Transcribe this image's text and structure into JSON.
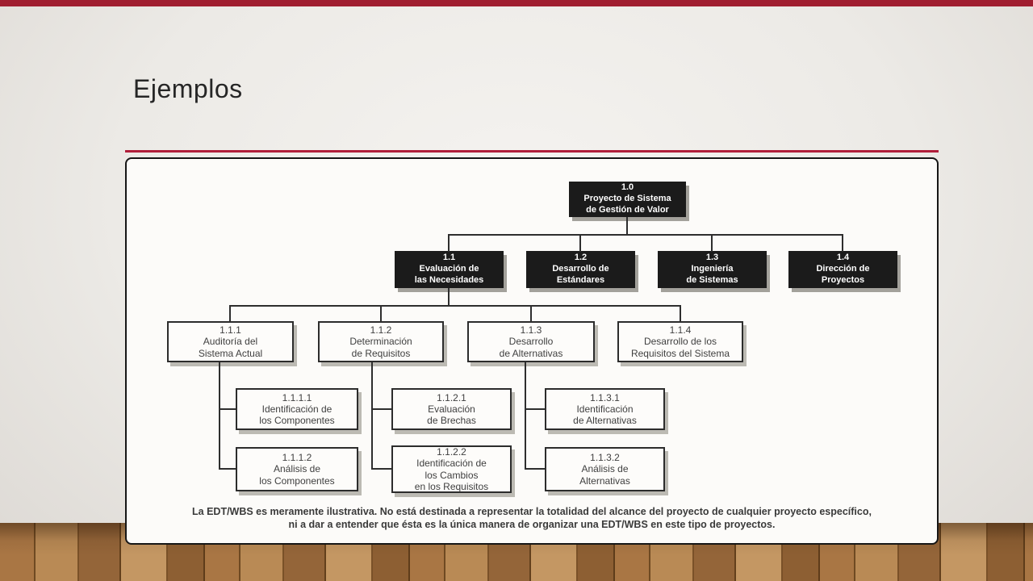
{
  "slide": {
    "title": "Ejemplos",
    "accent_color": "#a01e30"
  },
  "wbs": {
    "root": {
      "id": "1.0",
      "name": "Proyecto de Sistema\nde Gestión de Valor"
    },
    "level1": [
      {
        "id": "1.1",
        "name": "Evaluación de\nlas Necesidades"
      },
      {
        "id": "1.2",
        "name": "Desarrollo de\nEstándares"
      },
      {
        "id": "1.3",
        "name": "Ingeniería\nde Sistemas"
      },
      {
        "id": "1.4",
        "name": "Dirección de\nProyectos"
      }
    ],
    "level2": [
      {
        "id": "1.1.1",
        "name": "Auditoría del\nSistema Actual"
      },
      {
        "id": "1.1.2",
        "name": "Determinación\nde Requisitos"
      },
      {
        "id": "1.1.3",
        "name": "Desarrollo\nde Alternativas"
      },
      {
        "id": "1.1.4",
        "name": "Desarrollo de los\nRequisitos del Sistema"
      }
    ],
    "level3": [
      {
        "id": "1.1.1.1",
        "name": "Identificación de\nlos Componentes"
      },
      {
        "id": "1.1.1.2",
        "name": "Análisis de\nlos Componentes"
      },
      {
        "id": "1.1.2.1",
        "name": "Evaluación\nde Brechas"
      },
      {
        "id": "1.1.2.2",
        "name": "Identificación de\nlos Cambios\nen los Requisitos"
      },
      {
        "id": "1.1.3.1",
        "name": "Identificación\nde Alternativas"
      },
      {
        "id": "1.1.3.2",
        "name": "Análisis de\nAlternativas"
      }
    ],
    "note": "La EDT/WBS es meramente ilustrativa. No está destinada a representar la totalidad del alcance del proyecto de cualquier proyecto específico,\nni a dar a entender que ésta es la única manera de organizar una EDT/WBS en este tipo de proyectos."
  }
}
